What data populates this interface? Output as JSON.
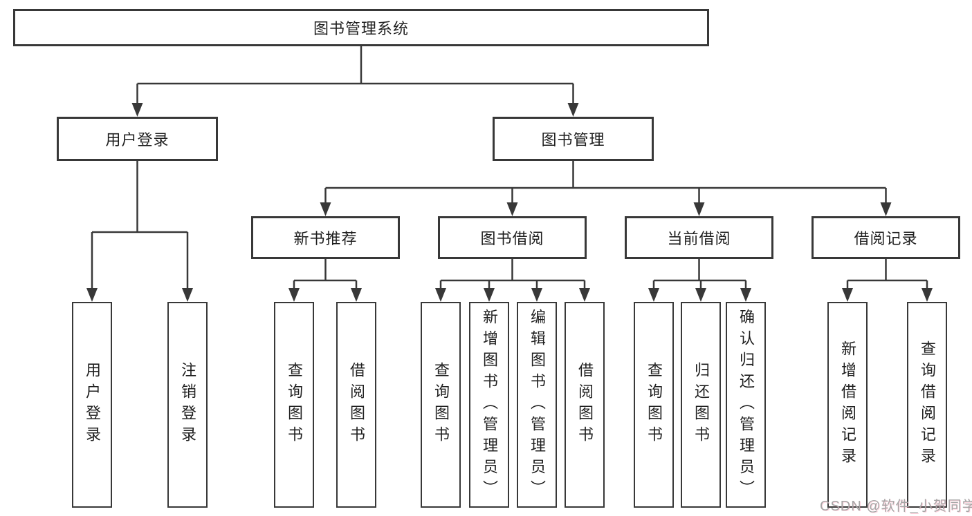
{
  "diagram": {
    "root": {
      "label": "图书管理系统"
    },
    "branches": {
      "user_login": {
        "label": "用户登录",
        "children": {
          "login": {
            "label": "用户登录"
          },
          "logout": {
            "label": "注销登录"
          }
        }
      },
      "book_mgmt": {
        "label": "图书管理",
        "children": {
          "new_book_rec": {
            "label": "新书推荐",
            "children": {
              "query_book": {
                "label": "查询图书"
              },
              "borrow_book": {
                "label": "借阅图书"
              }
            }
          },
          "book_borrow": {
            "label": "图书借阅",
            "children": {
              "query_book": {
                "label": "查询图书"
              },
              "add_book_admin": {
                "label": "新增图书（管理员）"
              },
              "edit_book_admin": {
                "label": "编辑图书（管理员）"
              },
              "borrow_book": {
                "label": "借阅图书"
              }
            }
          },
          "current_borrow": {
            "label": "当前借阅",
            "children": {
              "query_book": {
                "label": "查询图书"
              },
              "return_book": {
                "label": "归还图书"
              },
              "confirm_return_admin": {
                "label": "确认归还（管理员）"
              }
            }
          },
          "borrow_records": {
            "label": "借阅记录",
            "children": {
              "add_record": {
                "label": "新增借阅记录"
              },
              "query_record": {
                "label": "查询借阅记录"
              }
            }
          }
        }
      }
    }
  },
  "watermark": {
    "text": "CSDN @软件_小贺同学"
  },
  "colors": {
    "line": "#383838",
    "text": "#1f1f1f",
    "background": "#ffffff",
    "watermark": "#a6a6a6"
  }
}
